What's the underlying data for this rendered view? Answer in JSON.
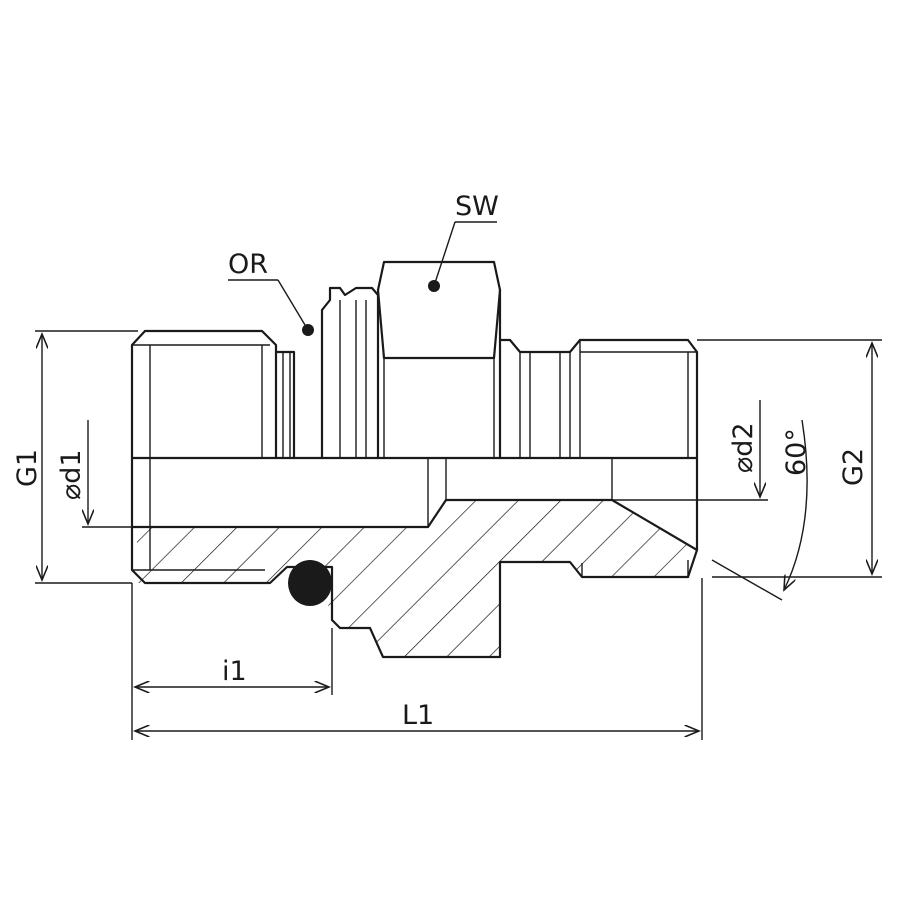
{
  "drawing": {
    "labels": {
      "sw": "SW",
      "or": "OR",
      "g1": "G1",
      "d1": "d1",
      "d2": "d2",
      "angle": "60°",
      "g2": "G2",
      "i1": "i1",
      "l1": "L1"
    },
    "diameter_symbol": "⌀",
    "colors": {
      "line": "#1a1a1a",
      "background": "#ffffff"
    }
  }
}
